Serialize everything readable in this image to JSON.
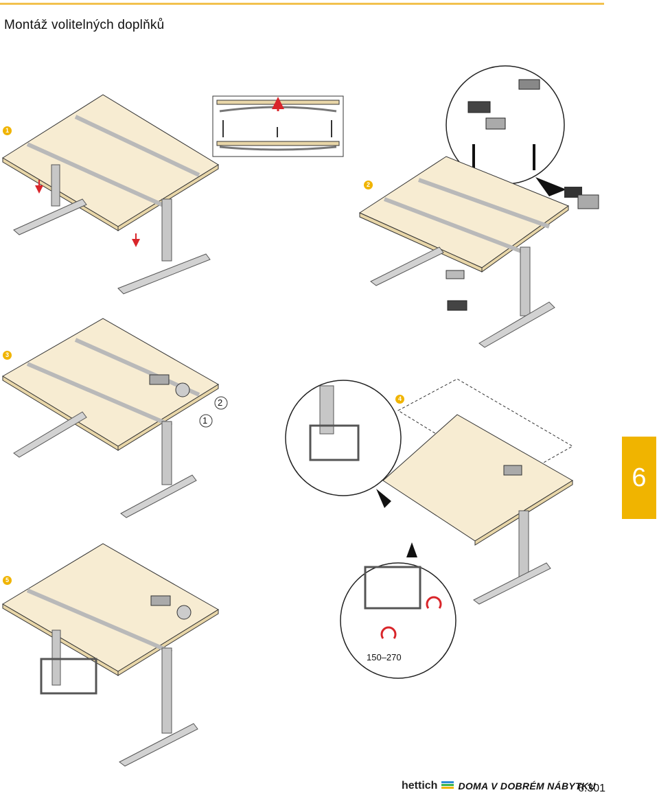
{
  "header": {
    "title": "Montáž volitelných doplňků"
  },
  "steps": [
    "1",
    "2",
    "3",
    "4",
    "5"
  ],
  "callouts": {
    "one": "1",
    "two": "2"
  },
  "dimension_label": "150–270",
  "chapter_tab": "6",
  "footer": {
    "brand": "hettich",
    "slogan": "DOMA V DOBRÉM NÁBYTKU",
    "page_number": "6.301"
  },
  "colors": {
    "accent": "#f0b400",
    "tabletop": "#f7ecd2",
    "frame": "#b9b9b9",
    "arrow": "#d9252a"
  }
}
